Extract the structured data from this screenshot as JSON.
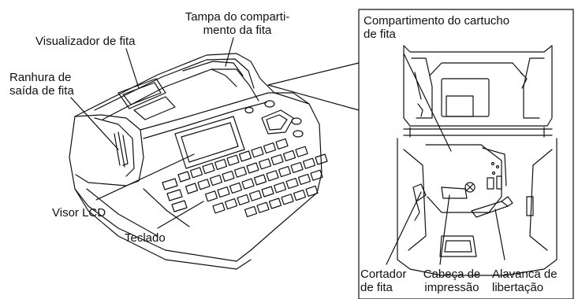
{
  "labels": {
    "tape_cover": {
      "line1": "Tampa do comparti-",
      "line2": "mento da fita"
    },
    "tape_viewer": "Visualizador de fita",
    "tape_exit_slot": {
      "line1": "Ranhura de",
      "line2": "saída de fita"
    },
    "lcd_display": "Visor LCD",
    "keyboard": "Teclado",
    "tape_cassette_compartment": {
      "line1": "Compartimento do cartucho",
      "line2": "de fita"
    },
    "tape_cutter": {
      "line1": "Cortador",
      "line2": "de fita"
    },
    "print_head": {
      "line1": "Cabeça de",
      "line2": "impressão"
    },
    "release_lever": {
      "line1": "Alavanca de",
      "line2": "libertação"
    }
  },
  "colors": {
    "line": "#111111",
    "background": "#ffffff"
  }
}
